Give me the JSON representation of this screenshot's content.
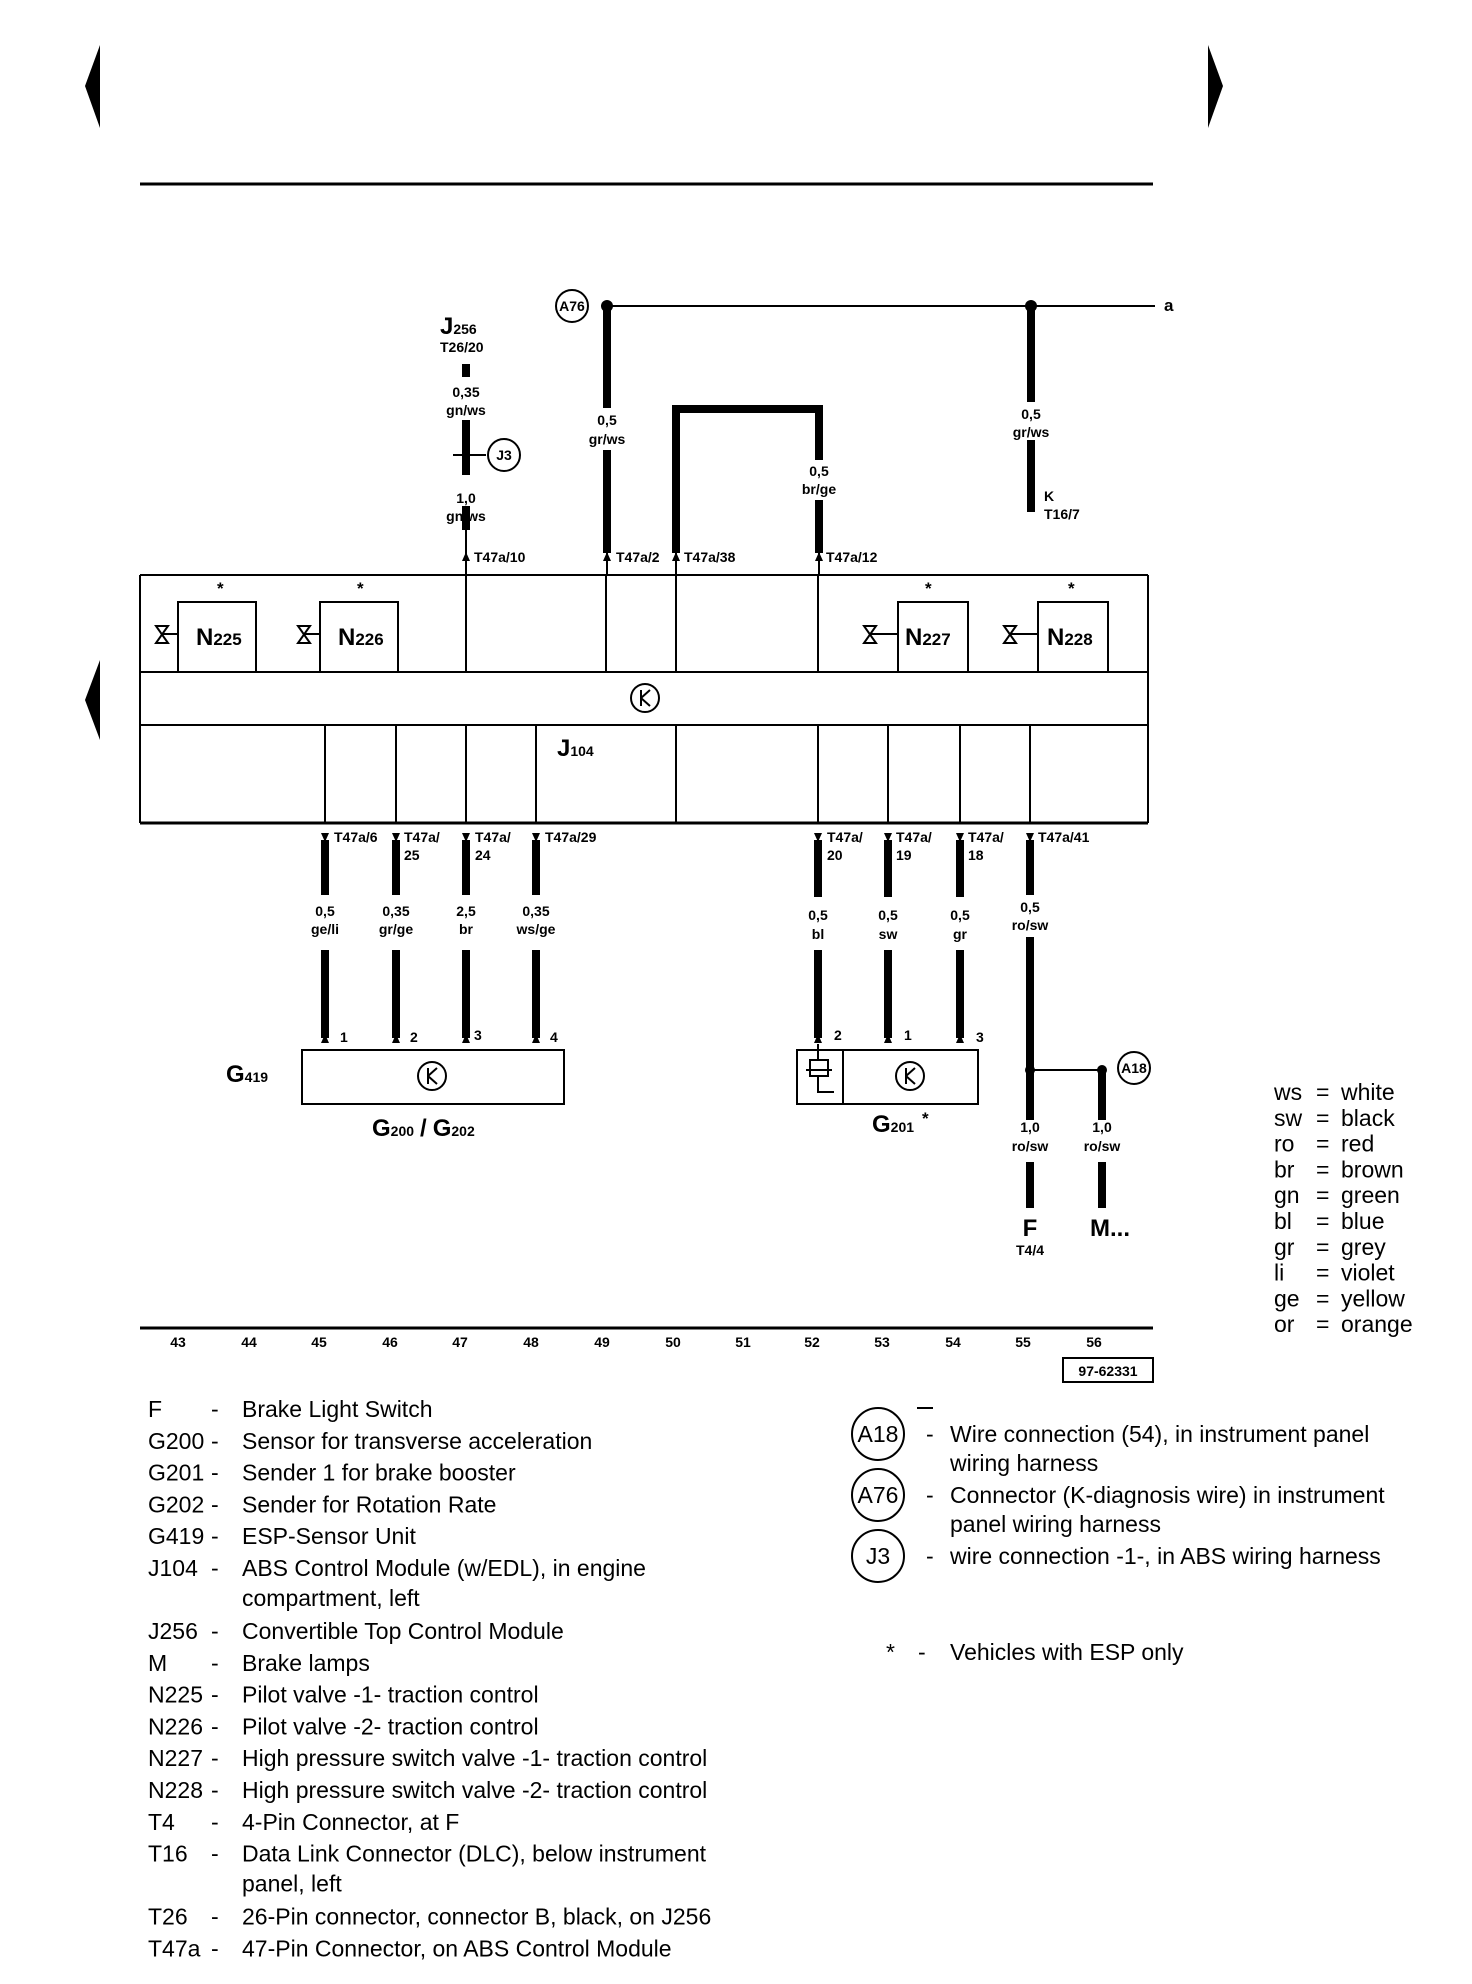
{
  "diagram": {
    "ground_symbol_label": "K",
    "modules": {
      "J104": {
        "name": "J",
        "sub": "104"
      },
      "G419": {
        "name": "G",
        "sub": "419"
      },
      "G200_G202": {
        "name1": "G",
        "sub1": "200",
        "slash": "/",
        "name2": "G",
        "sub2": "202"
      },
      "G201": {
        "name": "G",
        "sub": "201",
        "star": "*"
      },
      "J256": {
        "name": "J",
        "sub": "256",
        "pin": "T26/20"
      }
    },
    "valves": [
      {
        "name": "N",
        "sub": "225",
        "star": "*"
      },
      {
        "name": "N",
        "sub": "226",
        "star": "*"
      },
      {
        "name": "N",
        "sub": "227",
        "star": "*"
      },
      {
        "name": "N",
        "sub": "228",
        "star": "*"
      }
    ],
    "top_pins": [
      "T47a/10",
      "T47a/2",
      "T47a/38",
      "T47a/12"
    ],
    "top_wires": [
      {
        "size": "0,35",
        "color": "gn/ws"
      },
      {
        "size": "1,0",
        "color": "gn/ws"
      },
      {
        "size": "0,5",
        "color": "gr/ws"
      },
      {
        "size": "0,5",
        "color": "br/ge"
      },
      {
        "size": "0,5",
        "color": "gr/ws"
      }
    ],
    "connectors": {
      "A76": "A76",
      "J3": "J3",
      "A18": "A18"
    },
    "k_line": {
      "label": "a",
      "k": "K",
      "pin": "T16/7"
    },
    "bottom_pins": [
      {
        "l1": "T47a/6",
        "l2": ""
      },
      {
        "l1": "T47a/",
        "l2": "25"
      },
      {
        "l1": "T47a/",
        "l2": "24"
      },
      {
        "l1": "T47a/29",
        "l2": ""
      },
      {
        "l1": "T47a/",
        "l2": "20"
      },
      {
        "l1": "T47a/",
        "l2": "19"
      },
      {
        "l1": "T47a/",
        "l2": "18"
      },
      {
        "l1": "T47a/41",
        "l2": ""
      }
    ],
    "bottom_wires": [
      {
        "size": "0,5",
        "color": "ge/li"
      },
      {
        "size": "0,35",
        "color": "gr/ge"
      },
      {
        "size": "2,5",
        "color": "br"
      },
      {
        "size": "0,35",
        "color": "ws/ge"
      },
      {
        "size": "0,5",
        "color": "bl"
      },
      {
        "size": "0,5",
        "color": "sw"
      },
      {
        "size": "0,5",
        "color": "gr"
      },
      {
        "size": "0,5",
        "color": "ro/sw"
      }
    ],
    "sensor_pins": [
      "1",
      "2",
      "3",
      "4",
      "2",
      "1",
      "3"
    ],
    "lower_wires": [
      {
        "size": "1,0",
        "color": "ro/sw",
        "end": "F",
        "pin": "T4/4"
      },
      {
        "size": "1,0",
        "color": "ro/sw",
        "end": "M...",
        "pin": ""
      }
    ],
    "ruler": [
      "43",
      "44",
      "45",
      "46",
      "47",
      "48",
      "49",
      "50",
      "51",
      "52",
      "53",
      "54",
      "55",
      "56"
    ],
    "ref_code": "97-62331"
  },
  "color_legend": [
    {
      "abbr": "ws",
      "name": "white"
    },
    {
      "abbr": "sw",
      "name": "black"
    },
    {
      "abbr": "ro",
      "name": "red"
    },
    {
      "abbr": "br",
      "name": "brown"
    },
    {
      "abbr": "gn",
      "name": "green"
    },
    {
      "abbr": "bl",
      "name": "blue"
    },
    {
      "abbr": "gr",
      "name": "grey"
    },
    {
      "abbr": "li",
      "name": "violet"
    },
    {
      "abbr": "ge",
      "name": "yellow"
    },
    {
      "abbr": "or",
      "name": "orange"
    }
  ],
  "components": [
    {
      "code": "F",
      "desc": [
        "Brake Light Switch"
      ]
    },
    {
      "code": "G200",
      "desc": [
        "Sensor for transverse acceleration"
      ]
    },
    {
      "code": "G201",
      "desc": [
        "Sender 1 for brake booster"
      ]
    },
    {
      "code": "G202",
      "desc": [
        "Sender for Rotation Rate"
      ]
    },
    {
      "code": "G419",
      "desc": [
        "ESP-Sensor Unit"
      ]
    },
    {
      "code": "J104",
      "desc": [
        "ABS Control Module (w/EDL), in engine",
        "compartment, left"
      ]
    },
    {
      "code": "J256",
      "desc": [
        "Convertible Top Control Module"
      ]
    },
    {
      "code": "M",
      "desc": [
        "Brake lamps"
      ]
    },
    {
      "code": "N225",
      "desc": [
        "Pilot valve -1- traction control"
      ]
    },
    {
      "code": "N226",
      "desc": [
        "Pilot valve -2- traction control"
      ]
    },
    {
      "code": "N227",
      "desc": [
        "High pressure switch valve -1- traction control"
      ]
    },
    {
      "code": "N228",
      "desc": [
        "High pressure switch valve -2- traction control"
      ]
    },
    {
      "code": "T4",
      "desc": [
        "4-Pin Connector, at F"
      ]
    },
    {
      "code": "T16",
      "desc": [
        "Data Link Connector (DLC), below instrument",
        "panel, left"
      ]
    },
    {
      "code": "T26",
      "desc": [
        "26-Pin connector, connector B, black, on J256"
      ]
    },
    {
      "code": "T47a",
      "desc": [
        "47-Pin Connector, on ABS Control Module"
      ]
    }
  ],
  "connector_legend": [
    {
      "code": "A18",
      "desc": [
        "Wire connection (54), in instrument panel",
        "wiring harness"
      ]
    },
    {
      "code": "A76",
      "desc": [
        "Connector (K-diagnosis wire) in instrument",
        "panel wiring harness"
      ]
    },
    {
      "code": "J3",
      "desc": [
        "wire connection -1-, in ABS wiring harness"
      ]
    }
  ],
  "footnote": {
    "mark": "*",
    "dash": "-",
    "text": "Vehicles with ESP only"
  },
  "dash": "-",
  "eq": "="
}
